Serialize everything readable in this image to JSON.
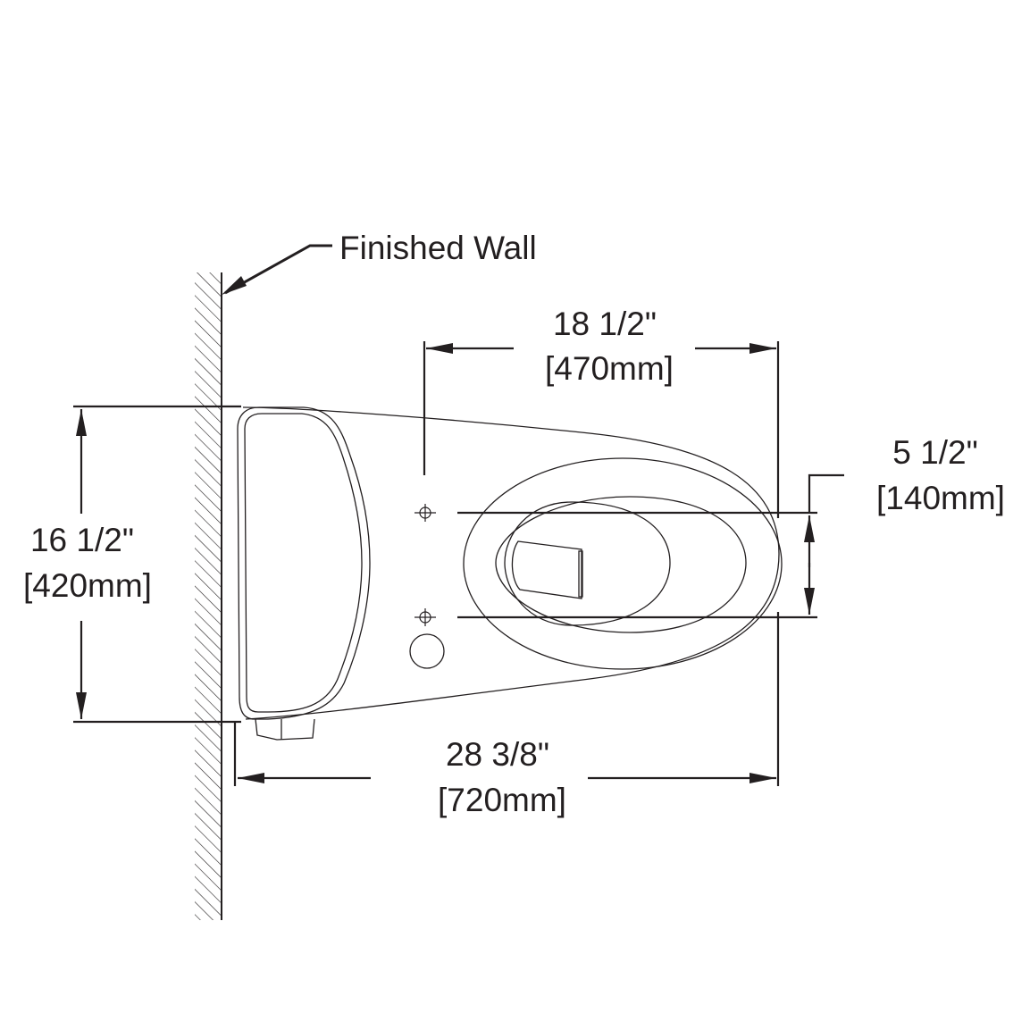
{
  "callout": {
    "label": "Finished Wall"
  },
  "dimensions": {
    "bolt_to_front": {
      "imperial": "18 1/2\"",
      "metric": "[470mm]"
    },
    "bolt_spacing": {
      "imperial": "5 1/2\"",
      "metric": "[140mm]"
    },
    "tank_width": {
      "imperial": "16 1/2\"",
      "metric": "[420mm]"
    },
    "overall_depth": {
      "imperial": "28 3/8\"",
      "metric": "[720mm]"
    }
  },
  "colors": {
    "line": "#231f20",
    "background": "#ffffff"
  }
}
